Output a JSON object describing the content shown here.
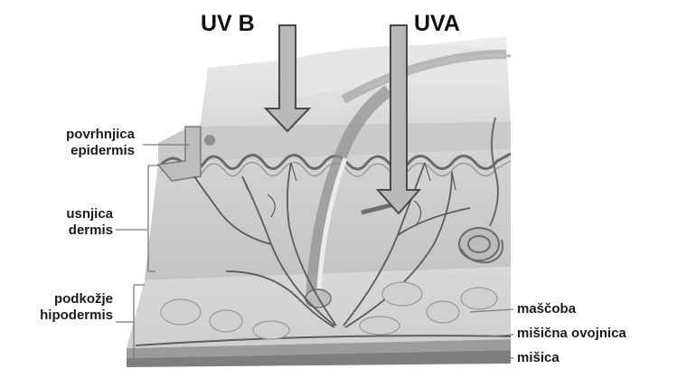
{
  "arrows": {
    "uvb": "UV B",
    "uva": "UVA"
  },
  "layers_left": {
    "epidermis_local": "povrhnjica",
    "epidermis_latin": "epidermis",
    "dermis_local": "usnjica",
    "dermis_latin": "dermis",
    "hypodermis_local": "podkožje",
    "hypodermis_latin": "hipodermis"
  },
  "layers_right": {
    "fat": "maščoba",
    "fascia": "mišična ovojnica",
    "muscle": "mišica"
  },
  "colors": {
    "arrow_fill": "#b9b9b9",
    "arrow_stroke": "#4a4a4a",
    "skin_base": "#d9d9d9",
    "leader_line": "#7a7a7a"
  }
}
